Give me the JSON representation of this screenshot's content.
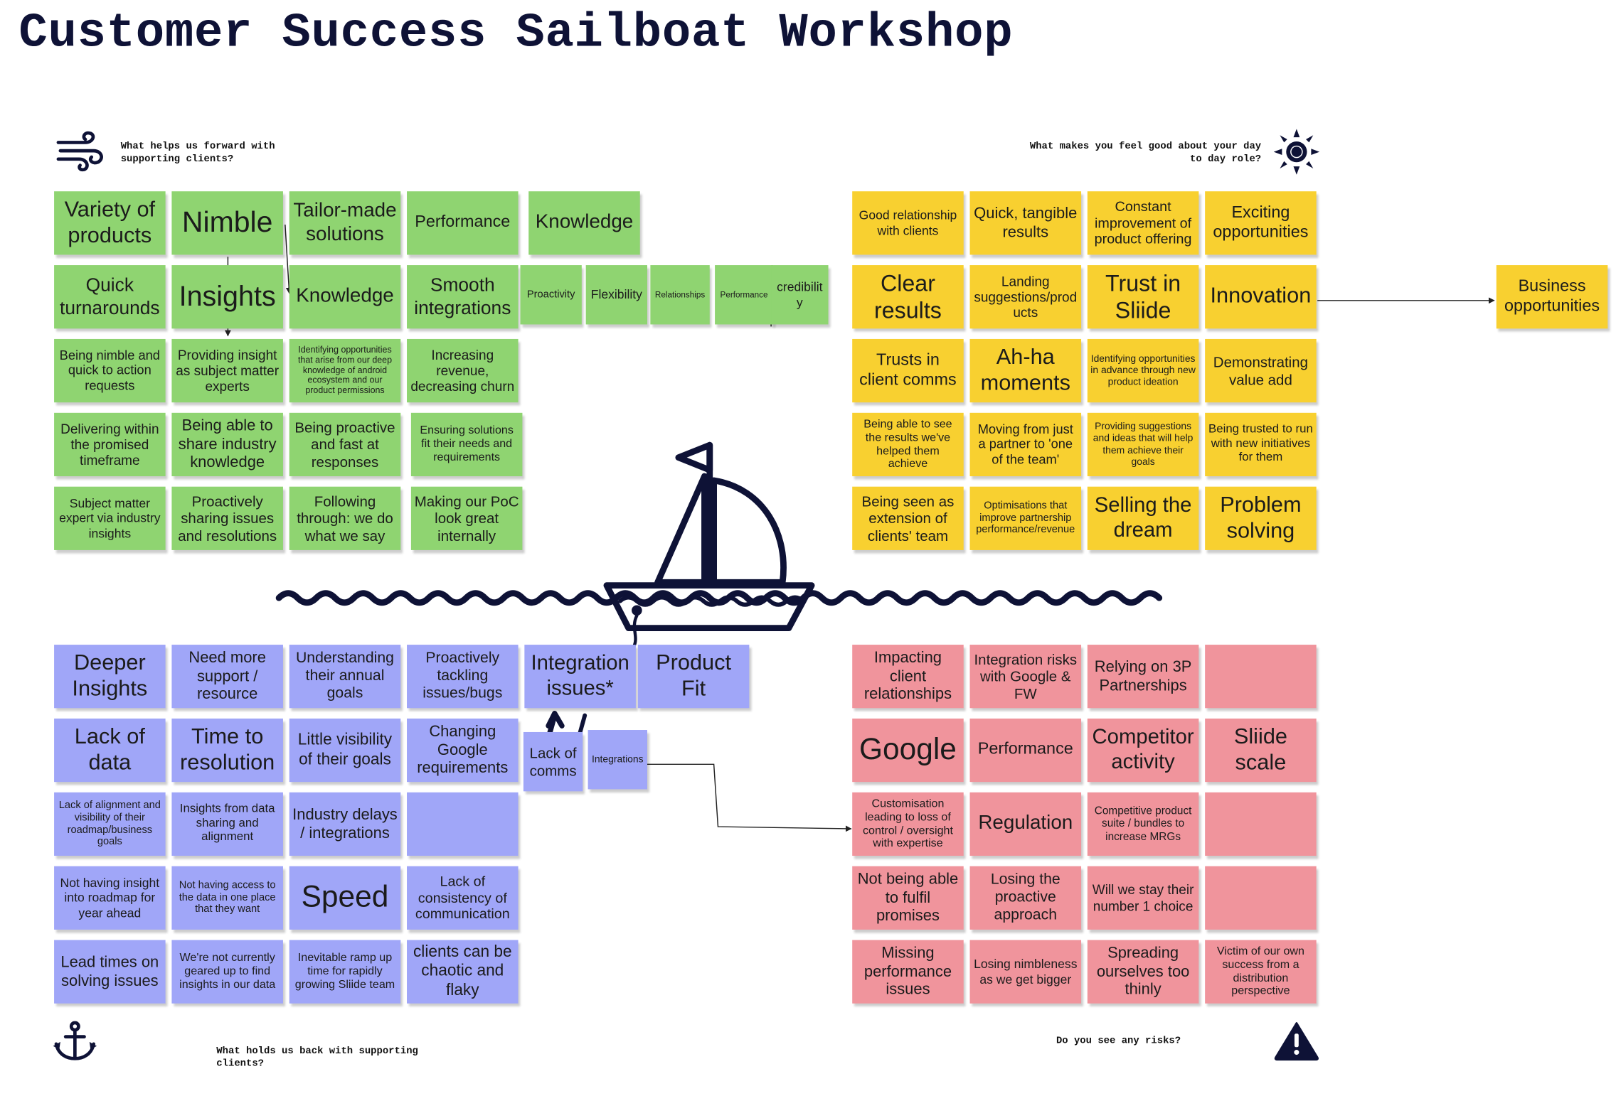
{
  "title": "Customer Success Sailboat Workshop",
  "prompts": {
    "wind": "What helps us forward with supporting clients?",
    "sun": "What makes you feel good about your day to day role?",
    "anchor": "What holds us back with supporting clients?",
    "risk": "Do you see any risks?"
  },
  "icons": [
    "wind-icon",
    "sun-icon",
    "anchor-icon",
    "warning-icon",
    "sailboat-icon",
    "waves-icon"
  ],
  "colors": {
    "green": "#8fd471",
    "yellow": "#f8d030",
    "blue": "#a0a6f8",
    "pink": "#f0949c",
    "ink": "#0e1236"
  },
  "notes": {
    "wind": [
      "Variety of products",
      "Nimble",
      "Tailor-made solutions",
      "Performance",
      "Knowledge",
      "Quick turnarounds",
      "Insights",
      "Knowledge",
      "Smooth integrations",
      "Proactivity",
      "Flexibility",
      "Relationships",
      "Performance",
      "credibility",
      "Being nimble and quick to action requests",
      "Providing insight as subject matter experts",
      "Identifying opportunities that arise from our deep knowledge of android ecosystem and our product permissions",
      "Increasing revenue, decreasing churn",
      "Delivering within the promised timeframe",
      "Being able to share industry knowledge",
      "Being proactive and fast at responses",
      "Ensuring solutions fit their needs and requirements",
      "Subject matter expert via industry insights",
      "Proactively sharing issues and resolutions",
      "Following through: we do what we say",
      "Making our PoC look great internally"
    ],
    "sun": [
      "Good relationship with clients",
      "Quick, tangible results",
      "Constant improvement of product offering",
      "Exciting opportunities",
      "Clear results",
      "Landing suggestions/products",
      "Trust in Sliide",
      "Innovation",
      "Business opportunities",
      "Trusts in client comms",
      "Ah-ha moments",
      "Identifying opportunities in advance through new product ideation",
      "Demonstrating value add",
      "Being able to see the results we've helped them achieve",
      "Moving from just a partner to 'one of the team'",
      "Providing suggestions and ideas that will help them achieve their goals",
      "Being trusted to run with new initiatives for them",
      "Being seen as extension of clients' team",
      "Optimisations that improve partnership performance/revenue",
      "Selling the dream",
      "Problem solving"
    ],
    "anchor": [
      "Deeper Insights",
      "Need more support / resource",
      "Understanding their annual goals",
      "Proactively tackling issues/bugs",
      "Integration issues*",
      "Product Fit",
      "Lack of data",
      "Time to resolution",
      "Little visibility of their goals",
      "Changing Google requirements",
      "Lack of comms",
      "Integrations",
      "Lack of alignment and visibility of their roadmap/business goals",
      "Insights from data sharing and alignment",
      "Industry delays / integrations",
      "",
      "Not having insight into roadmap for year ahead",
      "Not having access to the data in one place that they want",
      "Speed",
      "Lack of consistency of communication",
      "Lead times on solving issues",
      "We're not currently geared up to find insights in our data",
      "Inevitable ramp up time for rapidly growing Sliide team",
      "clients can be chaotic and flaky"
    ],
    "risk": [
      "Impacting client relationships",
      "Integration risks with Google & FW",
      "Relying on 3P Partnerships",
      "",
      "Google",
      "Performance",
      "Competitor activity",
      "Sliide scale",
      "Customisation leading to loss of control / oversight with expertise",
      "Regulation",
      "Competitive product suite / bundles to increase MRGs",
      "",
      "Not being able to fulfil promises",
      "Losing the proactive approach",
      "Will we stay their number 1 choice",
      "",
      "Missing performance issues",
      "Losing nimbleness as we get bigger",
      "Spreading ourselves too thinly",
      "Victim of our own success from a distribution perspective"
    ]
  }
}
